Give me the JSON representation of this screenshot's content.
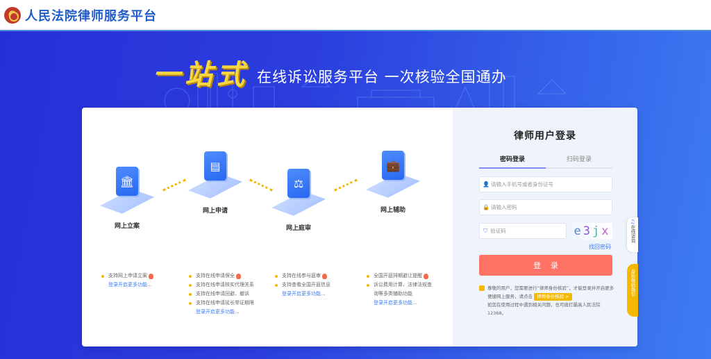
{
  "header": {
    "site_title": "人民法院律师服务平台",
    "emblem": "court-emblem-icon"
  },
  "banner": {
    "slogan_big": "一站式",
    "slogan_small": "在线诉讼服务平台 一次核验全国通办"
  },
  "features": [
    {
      "label": "网上立案",
      "icon": "courthouse-icon",
      "bullets": [
        {
          "text": "支持网上申请立案",
          "hot": true
        }
      ],
      "more": "登录开启更多功能..."
    },
    {
      "label": "网上申请",
      "icon": "document-icon",
      "bullets": [
        {
          "text": "支持在线申请保全",
          "hot": true
        },
        {
          "text": "支持在线申请核实代理关系",
          "hot": false
        },
        {
          "text": "支持在线申请回避、撤诉",
          "hot": false
        },
        {
          "text": "支持在线申请延长举证期限",
          "hot": false
        }
      ],
      "more": "登录开启更多功能..."
    },
    {
      "label": "网上庭审",
      "icon": "gavel-icon",
      "bullets": [
        {
          "text": "支持在线参与庭审",
          "hot": true
        },
        {
          "text": "支持查看全国开庭信息",
          "hot": false
        }
      ],
      "more": "登录开启更多功能..."
    },
    {
      "label": "网上辅助",
      "icon": "briefcase-icon",
      "bullets": [
        {
          "text": "全国开庭排期避让提醒",
          "hot": true
        },
        {
          "text": "诉讼费用计算、法律法规查",
          "hot": false
        }
      ],
      "continuation": "询等多类辅助功能",
      "more": "登录开启更多功能..."
    }
  ],
  "login": {
    "title": "律师用户登录",
    "tabs": [
      {
        "label": "密码登录",
        "active": true
      },
      {
        "label": "扫码登录",
        "active": false
      }
    ],
    "account_placeholder": "请输入手机号或者身份证号",
    "password_placeholder": "请输入密码",
    "captcha_placeholder": "验证码",
    "captcha_chars": [
      "e",
      "3",
      "j",
      "x"
    ],
    "forgot_password": "找回密码",
    "submit_label": "登录",
    "notice": {
      "line1": "尊敬的用户，您需要进行“律师身份核验”，才能登录并开启更多便捷网上服务，请点击",
      "verify_button": "律师身份核验 >",
      "line2": "如您在使用过程中遇到相关问题，也可拨打最高人民法院12368。"
    }
  },
  "side_tabs": {
    "consult": "在线咨询",
    "guide": "身份核验指引"
  },
  "colors": {
    "brand_blue": "#1f5cc8",
    "login_button": "#ff7266",
    "accent_yellow": "#f5b800",
    "link_blue": "#3d7cf2"
  }
}
